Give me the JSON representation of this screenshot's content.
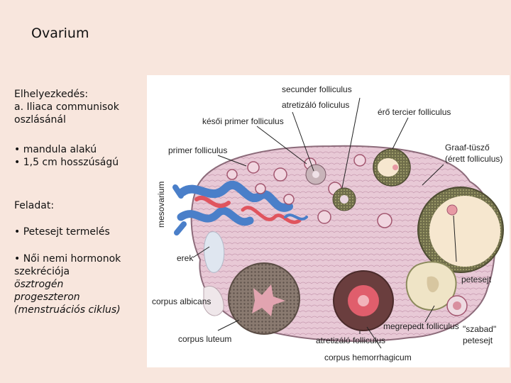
{
  "slide": {
    "title": "Ovarium",
    "location_heading": "Elhelyezkedés:",
    "location_line1": "a. Iliaca communisok",
    "location_line2": "oszlásánál",
    "shape": "• mandula alakú",
    "size": "• 1,5 cm hosszúságú",
    "task_heading": "Feladat:",
    "task1": "• Petesejt termelés",
    "task2": "• Női nemi hormonok",
    "task2_cont": "szekréciója",
    "hormone1": "ösztrogén",
    "hormone2": "progeszteron",
    "cycle": "(menstruációs ciklus)"
  },
  "figure": {
    "labels": {
      "secunder": "secunder folliculus",
      "atretizalo_top": "atretizáló foliculus",
      "ero_tercier": "érő tercier folliculus",
      "kesoi_primer": "késői primer folliculus",
      "primer": "primer folliculus",
      "graaf1": "Graaf-tüsző",
      "graaf2": "(érett folliculus)",
      "mesovarium": "mesovarium",
      "erek": "erek",
      "petesejt": "petesejt",
      "corpus_albicans": "corpus albicans",
      "megrepedt": "megrepedt folliculus",
      "szabad1": "\"szabad\"",
      "szabad2": "petesejt",
      "corpus_luteum": "corpus luteum",
      "atretizalo_bottom": "atretizáló folliculus",
      "corpus_hemorrhagicum": "corpus hemorrhagicum"
    },
    "colors": {
      "stroma": "#e8c9d6",
      "vein": "#4a7fc9",
      "artery": "#e0545e",
      "luteum": "#7a6a62",
      "graaf_fluid": "#f6e7cf"
    }
  }
}
